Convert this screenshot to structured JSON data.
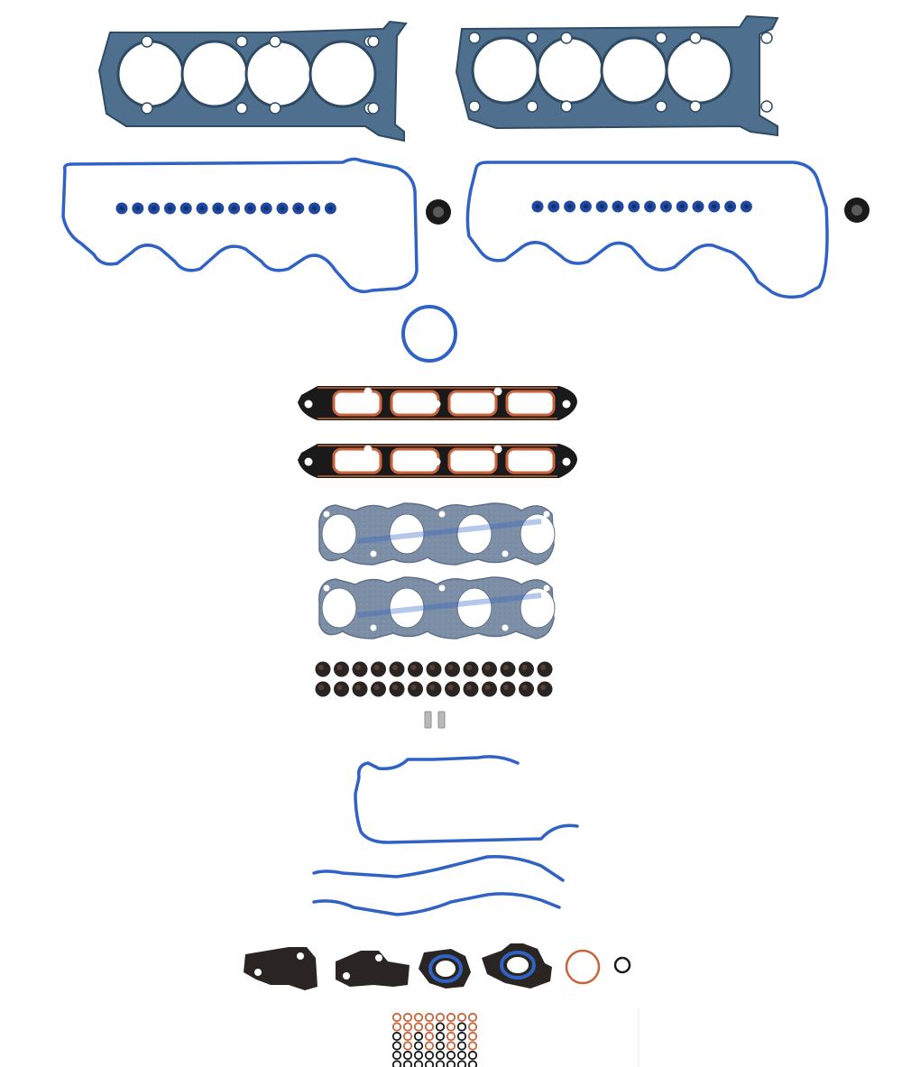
{
  "image": {
    "kind": "product-photo",
    "background": "#ffffff",
    "colors": {
      "mls_blue": "#4f6f8f",
      "mls_dark": "#2f4a63",
      "seal_blue": "#2f62c4",
      "seal_blue_dark": "#1f48a0",
      "black": "#1a1a1a",
      "rubber": "#2a2522",
      "orange": "#c9643c",
      "fiber": "#7d8fa6",
      "fiber_dark": "#5e7088",
      "silver": "#b9b9b9"
    },
    "counts": {
      "cover_seals_per_side": 14,
      "valve_seals_per_row": 13,
      "small_orings_rows": 6,
      "small_orings_cols": 8
    },
    "parts": [
      "head-gasket-left",
      "head-gasket-right",
      "valve-cover-gasket-left",
      "valve-cover-gasket-right",
      "spark-plug-tube-seal",
      "throttle-body-oring",
      "intake-manifold-gasket",
      "exhaust-manifold-gasket",
      "valve-stem-seal",
      "dowel-pin",
      "timing-cover-gasket",
      "thermostat-housing-gasket",
      "oring",
      "small-oring-set"
    ]
  }
}
